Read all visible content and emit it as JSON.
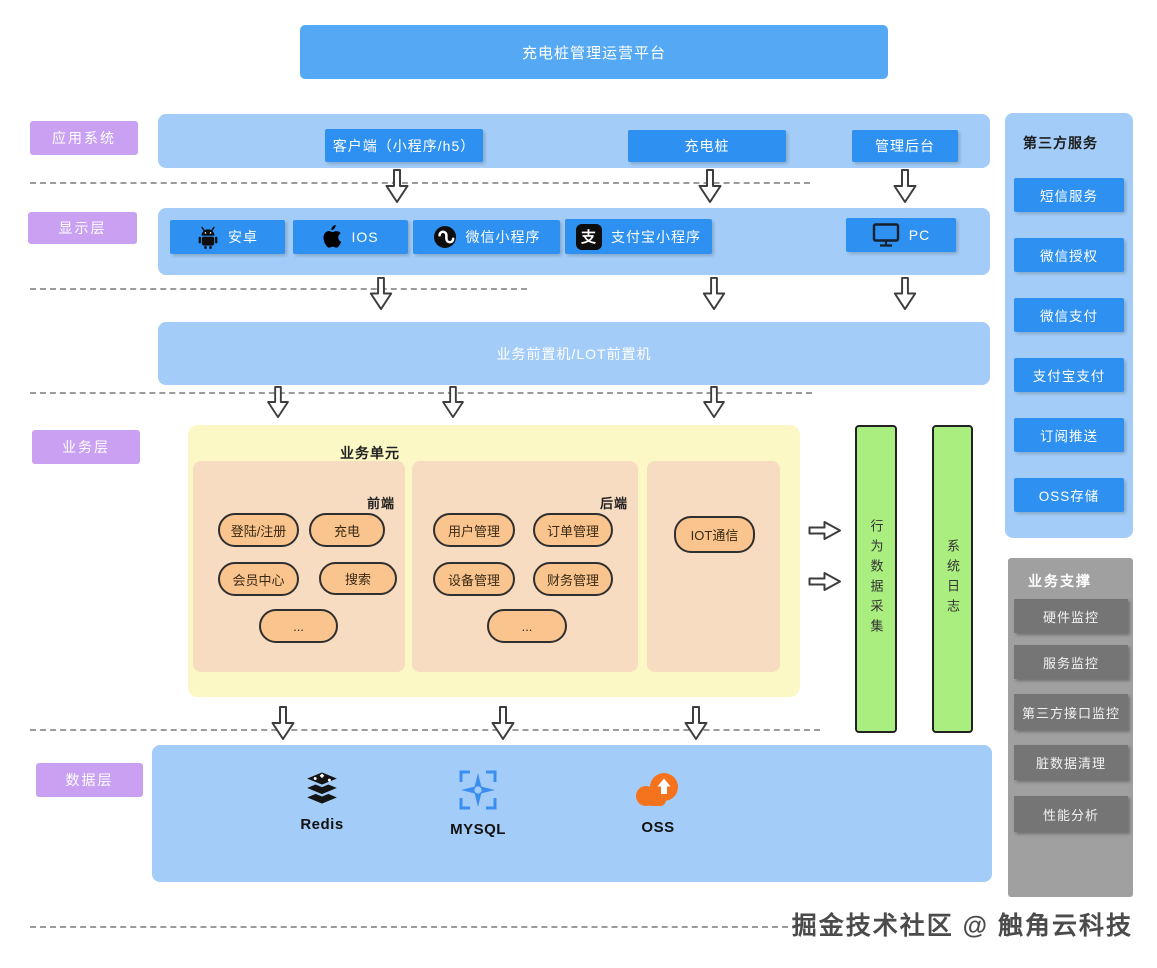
{
  "title": "充电桩管理运营平台",
  "side_labels": {
    "app": "应用系统",
    "display": "显示层",
    "business": "业务层",
    "data": "数据层"
  },
  "app_row": {
    "buttons": [
      "客户端（小程序/h5）",
      "充电桩",
      "管理后台"
    ]
  },
  "display_row": {
    "items": [
      {
        "icon": "android-icon",
        "label": "安卓"
      },
      {
        "icon": "apple-icon",
        "label": "IOS"
      },
      {
        "icon": "wechat-miniprogram-icon",
        "label": "微信小程序"
      },
      {
        "icon": "alipay-icon",
        "label": "支付宝小程序",
        "glyph": "支"
      },
      {
        "icon": "pc-icon",
        "label": "PC"
      }
    ]
  },
  "gateway_bar": "业务前置机/LOT前置机",
  "business": {
    "unit_title": "业务单元",
    "groups": [
      {
        "title": "前端",
        "pills": [
          "登陆/注册",
          "充电",
          "会员中心",
          "搜索",
          "..."
        ]
      },
      {
        "title": "后端",
        "pills": [
          "用户管理",
          "订单管理",
          "设备管理",
          "财务管理",
          "..."
        ]
      },
      {
        "title": "",
        "pills": [
          "IOT通信"
        ]
      }
    ],
    "side_bars": [
      "行为数据采集",
      "系统日志"
    ]
  },
  "data_row": {
    "items": [
      {
        "icon": "redis-icon",
        "label": "Redis"
      },
      {
        "icon": "mysql-icon",
        "label": "MYSQL"
      },
      {
        "icon": "oss-icon",
        "label": "OSS"
      }
    ]
  },
  "third_party": {
    "title": "第三方服务",
    "buttons": [
      "短信服务",
      "微信授权",
      "微信支付",
      "支付宝支付",
      "订阅推送",
      "OSS存储"
    ]
  },
  "support": {
    "title": "业务支撑",
    "buttons": [
      "硬件监控",
      "服务监控",
      "第三方接口监控",
      "脏数据清理",
      "性能分析"
    ]
  },
  "watermark": "掘金技术社区 @ 触角云科技",
  "colors": {
    "banner_blue": "#55a9f4",
    "bar_light_blue": "#a3cdf8",
    "button_blue": "#2e90f1",
    "label_purple": "#c9a0f2",
    "unit_yellow": "#fbf8c6",
    "group_orange": "#f8dcc2",
    "pill_orange": "#f9c48e",
    "green_bar": "#aaee80",
    "support_panel_gray": "#a0a0a0",
    "support_button_gray": "#757575",
    "oss_orange": "#f4731c",
    "mysql_blue": "#3a8ef0"
  }
}
